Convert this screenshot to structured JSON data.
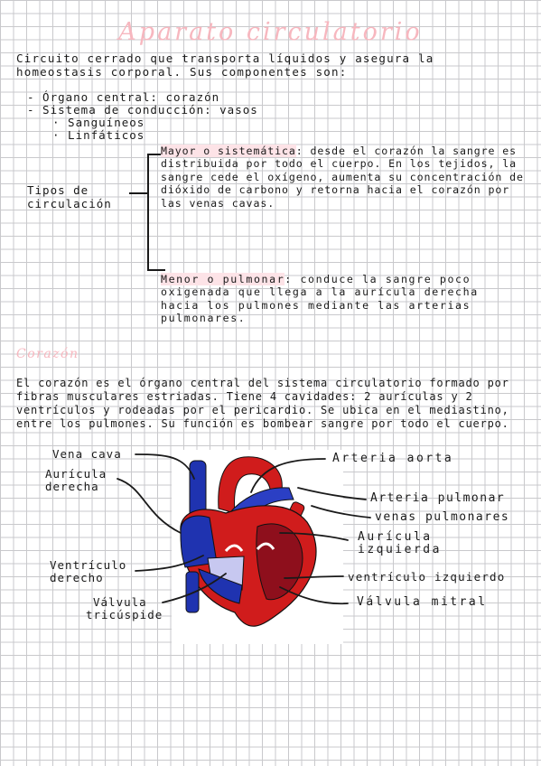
{
  "title": "Aparato circulatorio",
  "intro": "Circuito cerrado que transporta líquidos y asegura la homeostasis corporal. Sus componentes son:",
  "components": {
    "item1": "- Órgano central: corazón",
    "item2": "- Sistema de conducción: vasos",
    "sub1": "· Sanguíneos",
    "sub2": "· Linfáticos"
  },
  "tipos": {
    "line1": "Tipos de",
    "line2": "circulación"
  },
  "mayor": {
    "label": "Mayor o sistemática",
    "text": ": desde el corazón la sangre es distribuida por todo el cuerpo. En los tejidos, la sangre cede el oxígeno, aumenta su concentración de dióxido de carbono y retorna hacia el corazón por las venas cavas."
  },
  "menor": {
    "label": "Menor o pulmonar",
    "text": ": conduce la sangre poco oxigenada que llega a la aurícula derecha hacia los pulmones mediante las arterias pulmonares."
  },
  "corazon": {
    "title": "Corazón",
    "text": "El corazón es el órgano central del sistema circulatorio formado por fibras musculares estriadas. Tiene 4 cavidades: 2 aurículas y 2 ventrículos y rodeadas por el pericardio. Se ubica en el mediastino, entre los pulmones. Su función es bombear sangre por todo el cuerpo."
  },
  "labels": {
    "vena_cava": "Vena cava",
    "auricula_derecha_1": "Aurícula",
    "auricula_derecha_2": "derecha",
    "ventriculo_derecho_1": "Ventrículo",
    "ventriculo_derecho_2": "derecho",
    "valvula_tricuspide_1": "Válvula",
    "valvula_tricuspide_2": "tricúspide",
    "arteria_aorta": "Arteria aorta",
    "arteria_pulmonar": "Arteria pulmonar",
    "venas_pulmonares": "venas pulmonares",
    "auricula_izquierda_1": "Aurícula",
    "auricula_izquierda_2": "izquierda",
    "ventriculo_izquierdo": "ventrículo izquierdo",
    "valvula_mitral": "Válvula mitral"
  },
  "colors": {
    "title_pink": "#f7b7bf",
    "highlight": "#fde3e7",
    "heart_red": "#d01c1c",
    "heart_dark_red": "#8e0f1c",
    "heart_blue": "#1f33b0",
    "heart_light_blue": "#c7c8f0"
  }
}
